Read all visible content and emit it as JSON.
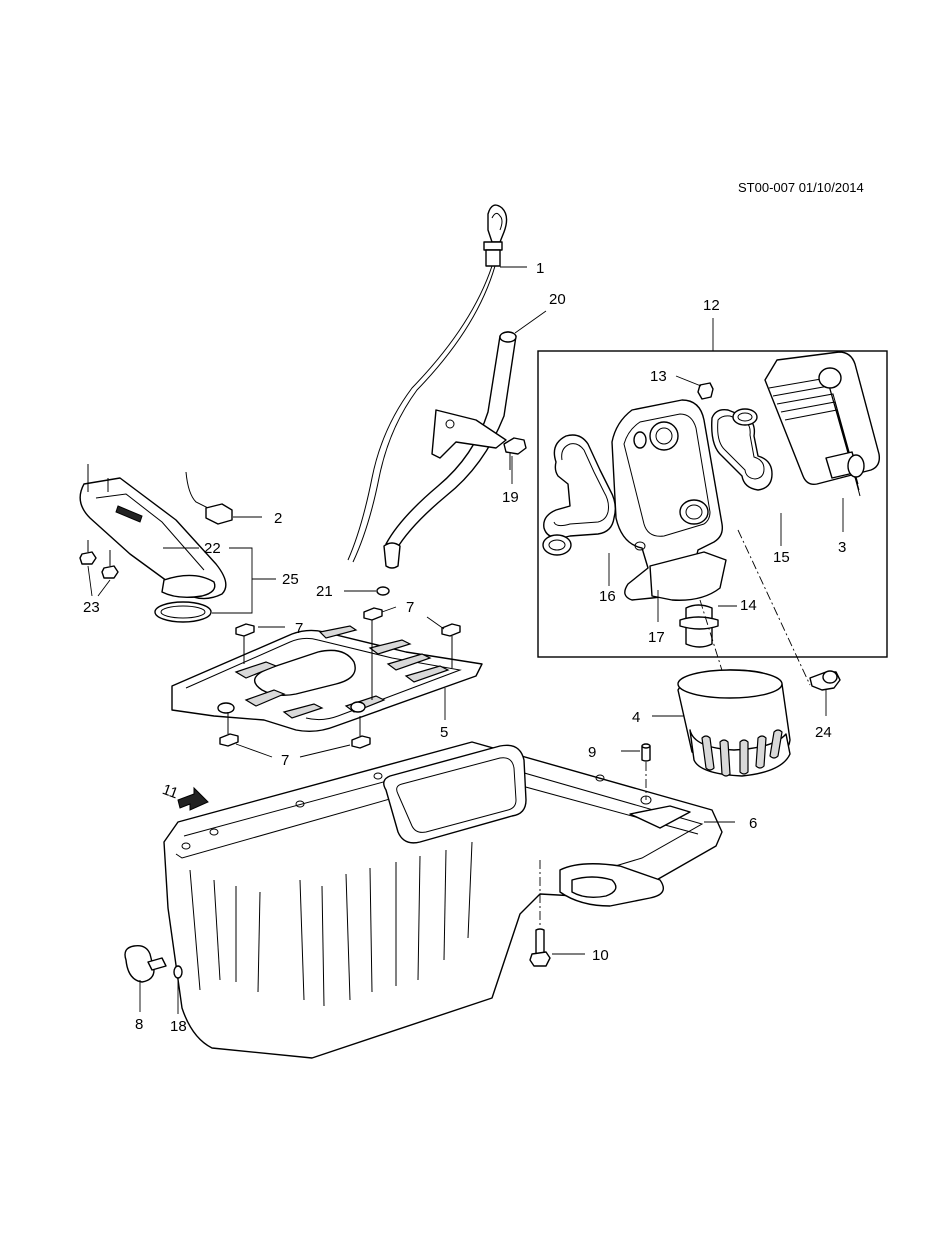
{
  "reference": "ST00-007 01/10/2014",
  "callouts": {
    "c1": "1",
    "c2": "2",
    "c3": "3",
    "c4": "4",
    "c5": "5",
    "c6": "6",
    "c7a": "7",
    "c7b": "7",
    "c7c": "7",
    "c8": "8",
    "c9": "9",
    "c10": "10",
    "c11": "11",
    "c12": "12",
    "c13": "13",
    "c14": "14",
    "c15": "15",
    "c16": "16",
    "c17": "17",
    "c18": "18",
    "c19": "19",
    "c20": "20",
    "c21": "21",
    "c22": "22",
    "c23": "23",
    "c24": "24",
    "c25": "25"
  }
}
